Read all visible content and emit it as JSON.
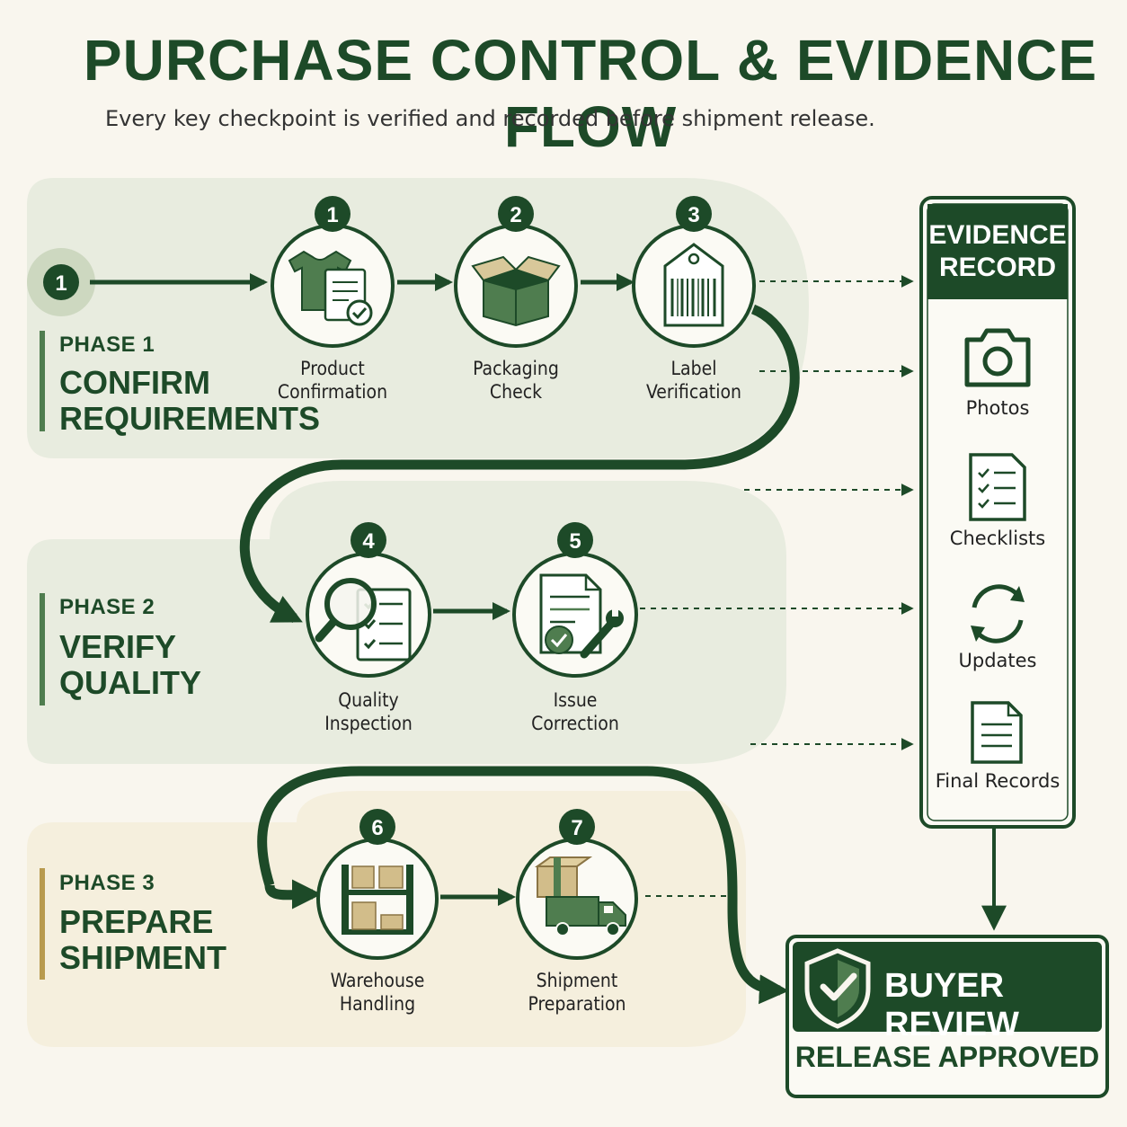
{
  "header": {
    "title": "PURCHASE CONTROL & EVIDENCE FLOW",
    "subtitle": "Every key checkpoint is verified and recorded before shipment release."
  },
  "phases": [
    {
      "tag": "PHASE 1",
      "line1": "CONFIRM",
      "line2": "REQUIREMENTS",
      "accent": "#4f7d4f"
    },
    {
      "tag": "PHASE 2",
      "line1": "VERIFY",
      "line2": "QUALITY",
      "accent": "#4f7d4f"
    },
    {
      "tag": "PHASE 3",
      "line1": "PREPARE",
      "line2": "SHIPMENT",
      "accent": "#b89a4e"
    }
  ],
  "start_marker": "1",
  "steps": [
    {
      "num": "1",
      "line1": "Product",
      "line2": "Confirmation",
      "icon": "shirt-document-icon"
    },
    {
      "num": "2",
      "line1": "Packaging",
      "line2": "Check",
      "icon": "open-box-icon"
    },
    {
      "num": "3",
      "line1": "Label",
      "line2": "Verification",
      "icon": "barcode-tag-icon"
    },
    {
      "num": "4",
      "line1": "Quality",
      "line2": "Inspection",
      "icon": "magnifier-checklist-icon"
    },
    {
      "num": "5",
      "line1": "Issue",
      "line2": "Correction",
      "icon": "document-wrench-icon"
    },
    {
      "num": "6",
      "line1": "Warehouse",
      "line2": "Handling",
      "icon": "warehouse-shelf-icon"
    },
    {
      "num": "7",
      "line1": "Shipment",
      "line2": "Preparation",
      "icon": "delivery-truck-icon"
    }
  ],
  "evidence": {
    "title_line1": "EVIDENCE",
    "title_line2": "RECORD",
    "items": [
      {
        "label": "Photos",
        "icon": "camera-icon"
      },
      {
        "label": "Checklists",
        "icon": "checklist-icon"
      },
      {
        "label": "Updates",
        "icon": "refresh-icon"
      },
      {
        "label": "Final Records",
        "icon": "document-icon"
      }
    ]
  },
  "outcome": {
    "title": "BUYER REVIEW",
    "status": "RELEASE APPROVED",
    "icon": "shield-check-icon"
  },
  "colors": {
    "dark_green": "#1d4a28",
    "mid_green": "#4f7d4f",
    "phase_bg_green": "#e8ecdf",
    "phase_bg_tan": "#f5efdd",
    "gold_accent": "#b89a4e"
  }
}
